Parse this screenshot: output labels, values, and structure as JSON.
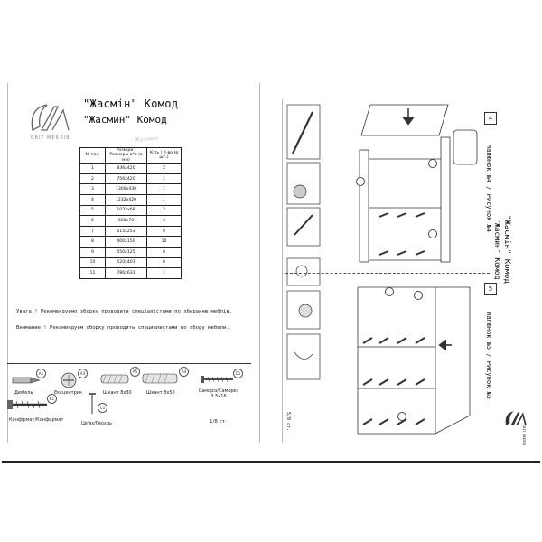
{
  "header": {
    "title_ua": "\"Жасмін\" Комод",
    "title_ru": "\"Жасмин\" Комод",
    "logo_text": "СВІТ МЕБЛІВ"
  },
  "parts_table": {
    "columns": [
      "№ поз.",
      "Розміри / Размеры а*b (в мм)",
      "К-ть / К-во (в шт.)"
    ],
    "rows": [
      [
        "1",
        "836x420",
        "2"
      ],
      [
        "2",
        "756x420",
        "1"
      ],
      [
        "3",
        "1300x430",
        "1"
      ],
      [
        "4",
        "1232x420",
        "1"
      ],
      [
        "5",
        "1032x68",
        "2"
      ],
      [
        "6",
        "608x70",
        "3"
      ],
      [
        "7",
        "615x253",
        "6"
      ],
      [
        "8",
        "400x150",
        "10"
      ],
      [
        "9",
        "550x125",
        "6"
      ],
      [
        "10",
        "520x403",
        "6"
      ],
      [
        "11",
        "786x631",
        "1"
      ]
    ]
  },
  "notices": {
    "ua": "Увага!! Рекомендуємо зборку проводити спеціалістами по збиранню меблів.",
    "ru": "Внимание!! Рекомендуем сборку проводить специалистами по сбору мебели."
  },
  "fittings": [
    {
      "code": "A1",
      "label": "Дюбель"
    },
    {
      "code": "A3",
      "label": "Ексцентрик"
    },
    {
      "code": "A5",
      "label": "Шкант 8x30"
    },
    {
      "code": "A4",
      "label": "Шкант 8x50"
    },
    {
      "code": "D1",
      "label": "Саморіз/Саморез 3,5x16"
    },
    {
      "code": "K1",
      "label": "Конфірмат/Конфирмат"
    },
    {
      "code": "C1",
      "label": "Цв'ях/Гвоздь"
    }
  ],
  "page_left": "1/8 ст.",
  "right": {
    "title_ua": "\"Жасмін\" Комод",
    "title_ru": "\"Жасмин\" Комод",
    "figure4_caption": "Малюнок №4 / Рисунок №4",
    "figure5_caption": "Малюнок №5 / Рисунок №5",
    "step4": "4",
    "step5": "5",
    "page_right": "5/8 ст.",
    "logo_text": "СВІТ МЕБЛІВ"
  }
}
